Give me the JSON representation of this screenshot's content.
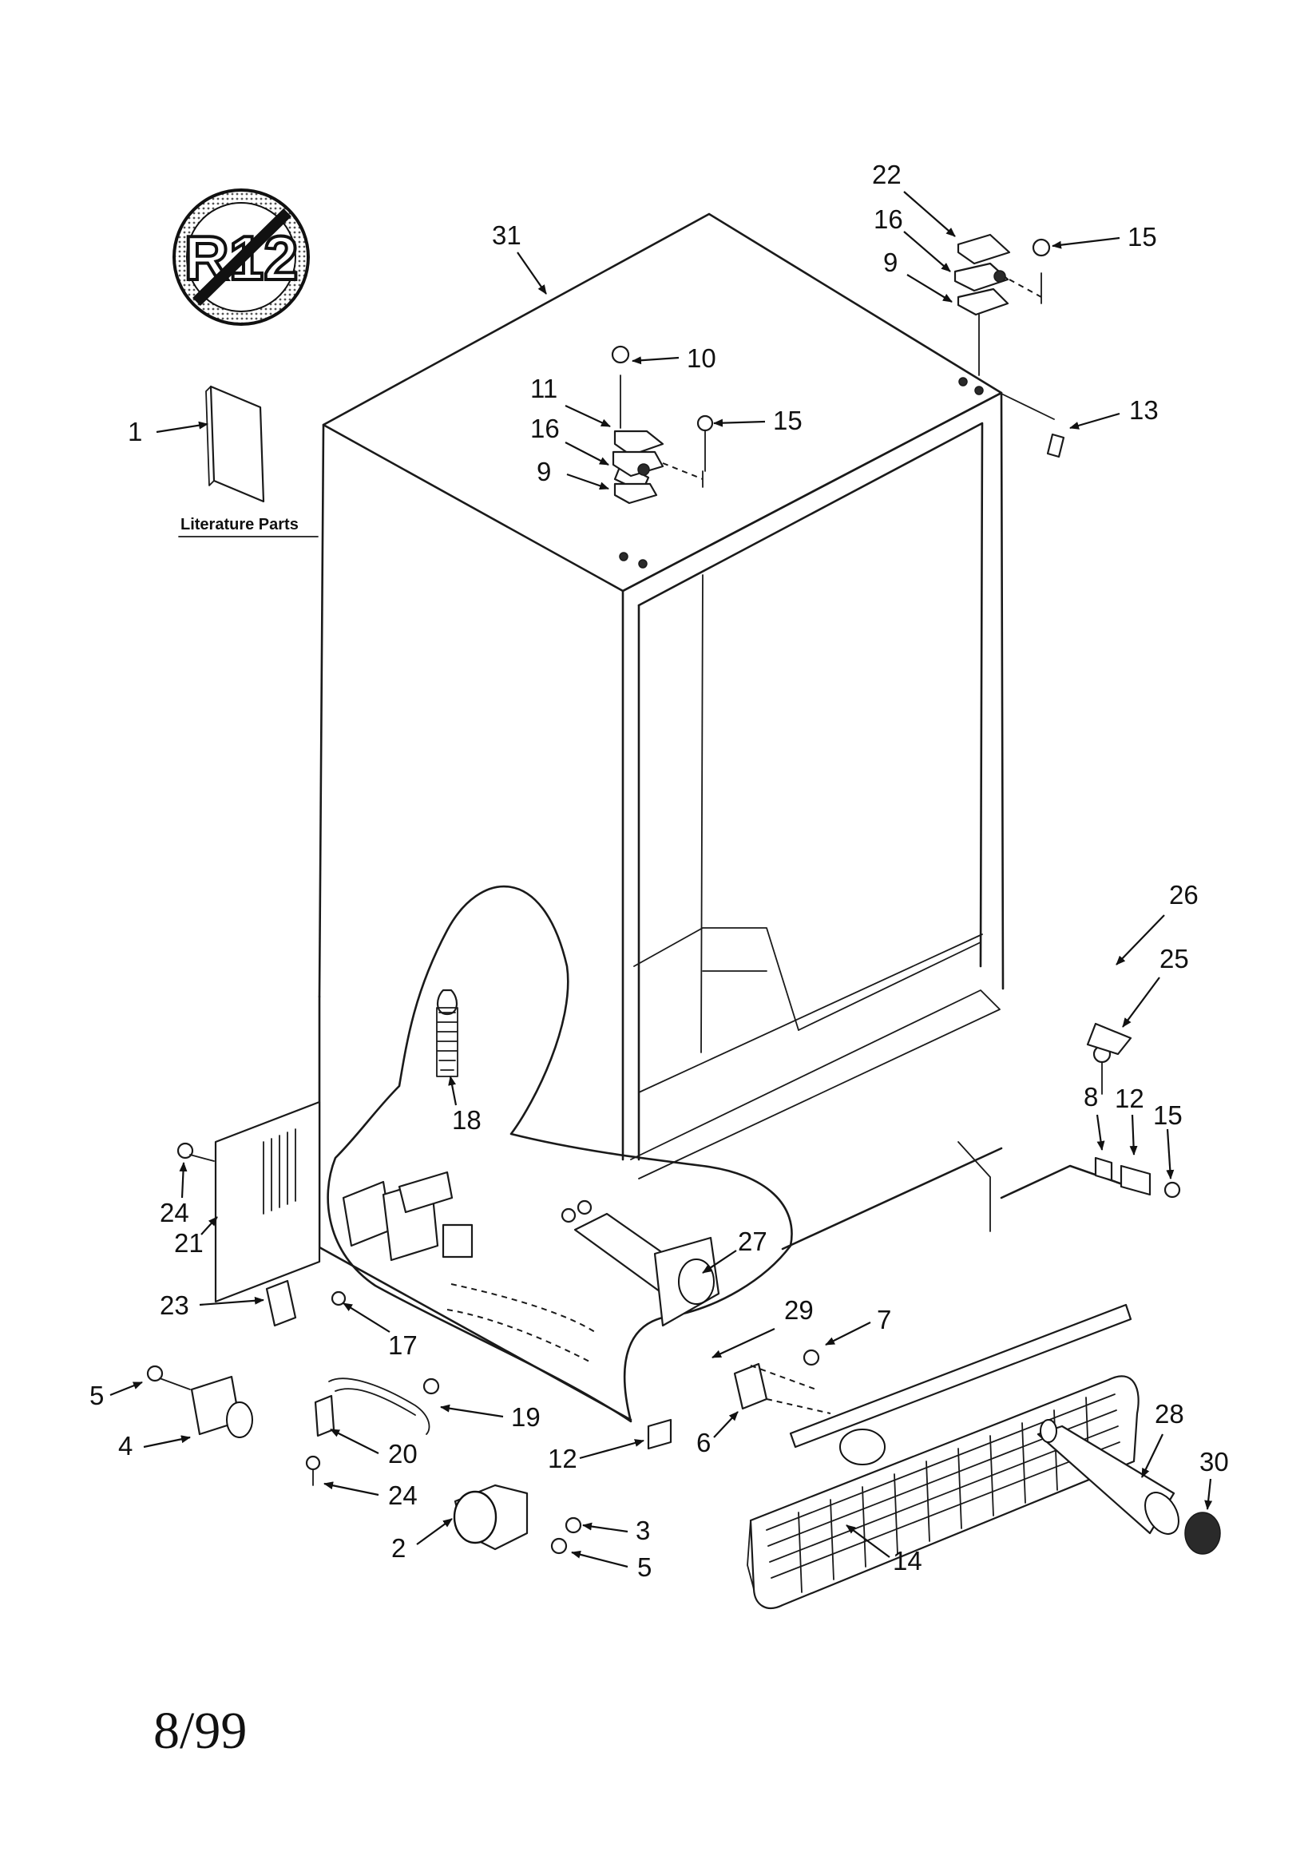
{
  "diagram": {
    "literature_caption": "Literature Parts",
    "badge_text": "R12",
    "date_stamp": "8/99",
    "callouts": [
      "1",
      "2",
      "3",
      "4",
      "5",
      "5",
      "6",
      "7",
      "8",
      "9",
      "9",
      "10",
      "11",
      "12",
      "12",
      "13",
      "14",
      "15",
      "15",
      "15",
      "16",
      "16",
      "17",
      "18",
      "19",
      "20",
      "21",
      "22",
      "23",
      "24",
      "24",
      "25",
      "26",
      "27",
      "28",
      "29",
      "30",
      "31"
    ]
  }
}
